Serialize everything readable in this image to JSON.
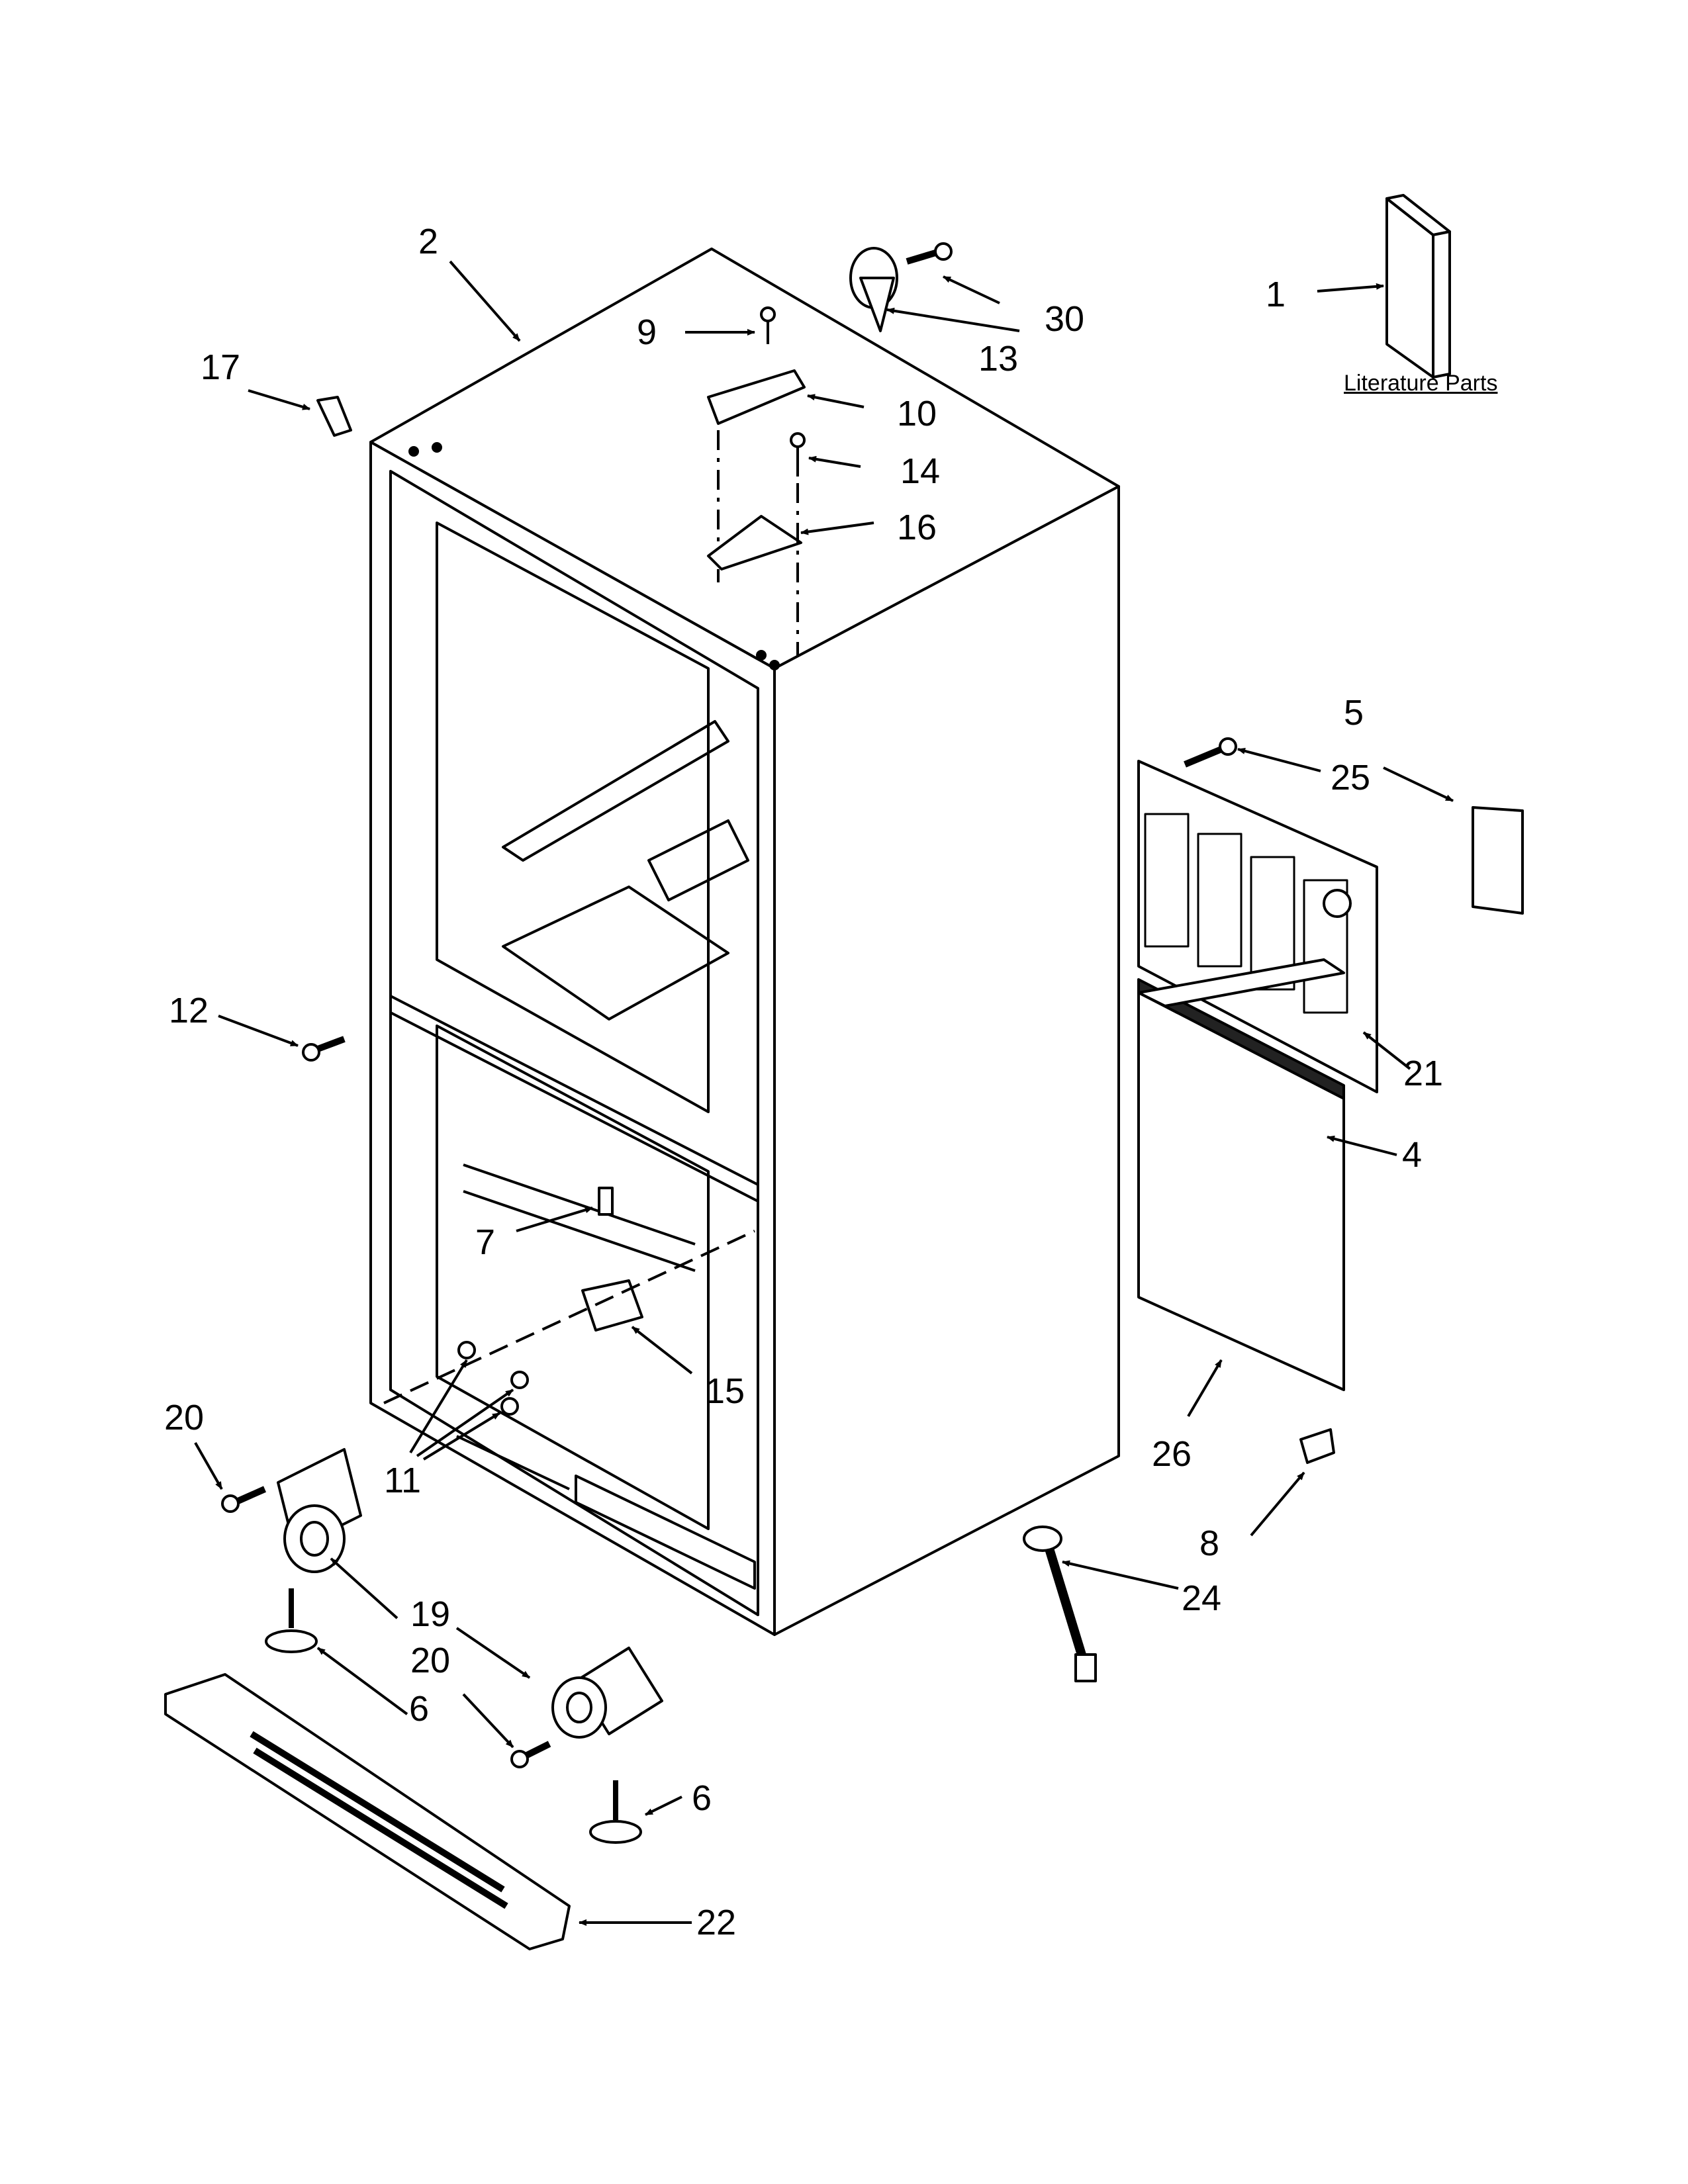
{
  "literature_label": "Literature Parts",
  "callouts": {
    "c1": "1",
    "c2": "2",
    "c4": "4",
    "c5": "5",
    "c6a": "6",
    "c6b": "6",
    "c7": "7",
    "c8": "8",
    "c9": "9",
    "c10": "10",
    "c11": "11",
    "c12": "12",
    "c13": "13",
    "c14": "14",
    "c15": "15",
    "c16": "16",
    "c17": "17",
    "c19": "19",
    "c20a": "20",
    "c20b": "20",
    "c21": "21",
    "c22": "22",
    "c24": "24",
    "c25": "25",
    "c26": "26",
    "c30": "30"
  }
}
